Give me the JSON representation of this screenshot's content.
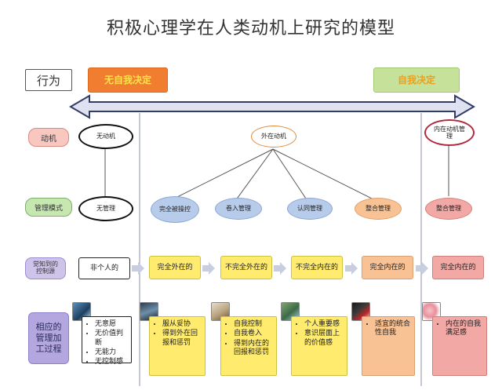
{
  "title": "积极心理学在人类动机上研究的模型",
  "behavior": {
    "row_label": "行为",
    "left_label": "无自我决定",
    "right_label": "自我决定"
  },
  "motivation": {
    "row_label": "动机",
    "amotivation": "无动机",
    "extrinsic": "外在动机",
    "intrinsic": "内在动机管理"
  },
  "regulation": {
    "row_label": "管理模式",
    "items": [
      "无管理",
      "完全被操控",
      "卷入管理",
      "认同管理",
      "整合管理",
      "整合管理"
    ]
  },
  "locus": {
    "row_label": "觉知到的控制源",
    "items": [
      "非个人的",
      "完全外在的",
      "不完全外在的",
      "不完全内在的",
      "完全内在的",
      "完全内在的"
    ]
  },
  "processes": {
    "row_label": "相应的管理加工过程",
    "columns": [
      [
        "无意愿",
        "无价值判断",
        "无能力",
        "无控制感"
      ],
      [
        "服从妥协",
        "得到外在回报和惩罚"
      ],
      [
        "自我控制",
        "自我卷入",
        "得到内在的回报和惩罚"
      ],
      [
        "个人重要感",
        "意识层面上的价值感"
      ],
      [
        "适宜的统合性自我"
      ],
      [
        "内在的自我满足感"
      ]
    ]
  },
  "colors": {
    "left_orange": "#f07d30",
    "right_green": "#c6e29a",
    "arrow_fill": "#dde1f0",
    "ellipse_blue": "#b7cbea",
    "ellipse_orange": "#f8c294",
    "ellipse_pink": "#f2a8a4",
    "label_pink": "#f8c8c0",
    "label_green": "#c6e8b0",
    "label_purple": "#cec4ea",
    "box_yellow": "#ffeb6e",
    "process_purple": "#b4a7e0"
  },
  "icons": [
    "photo-ocean",
    "photo-fantasy",
    "photo-woman",
    "photo-nature",
    "photo-red-figure",
    "photo-cherry-blossom"
  ]
}
